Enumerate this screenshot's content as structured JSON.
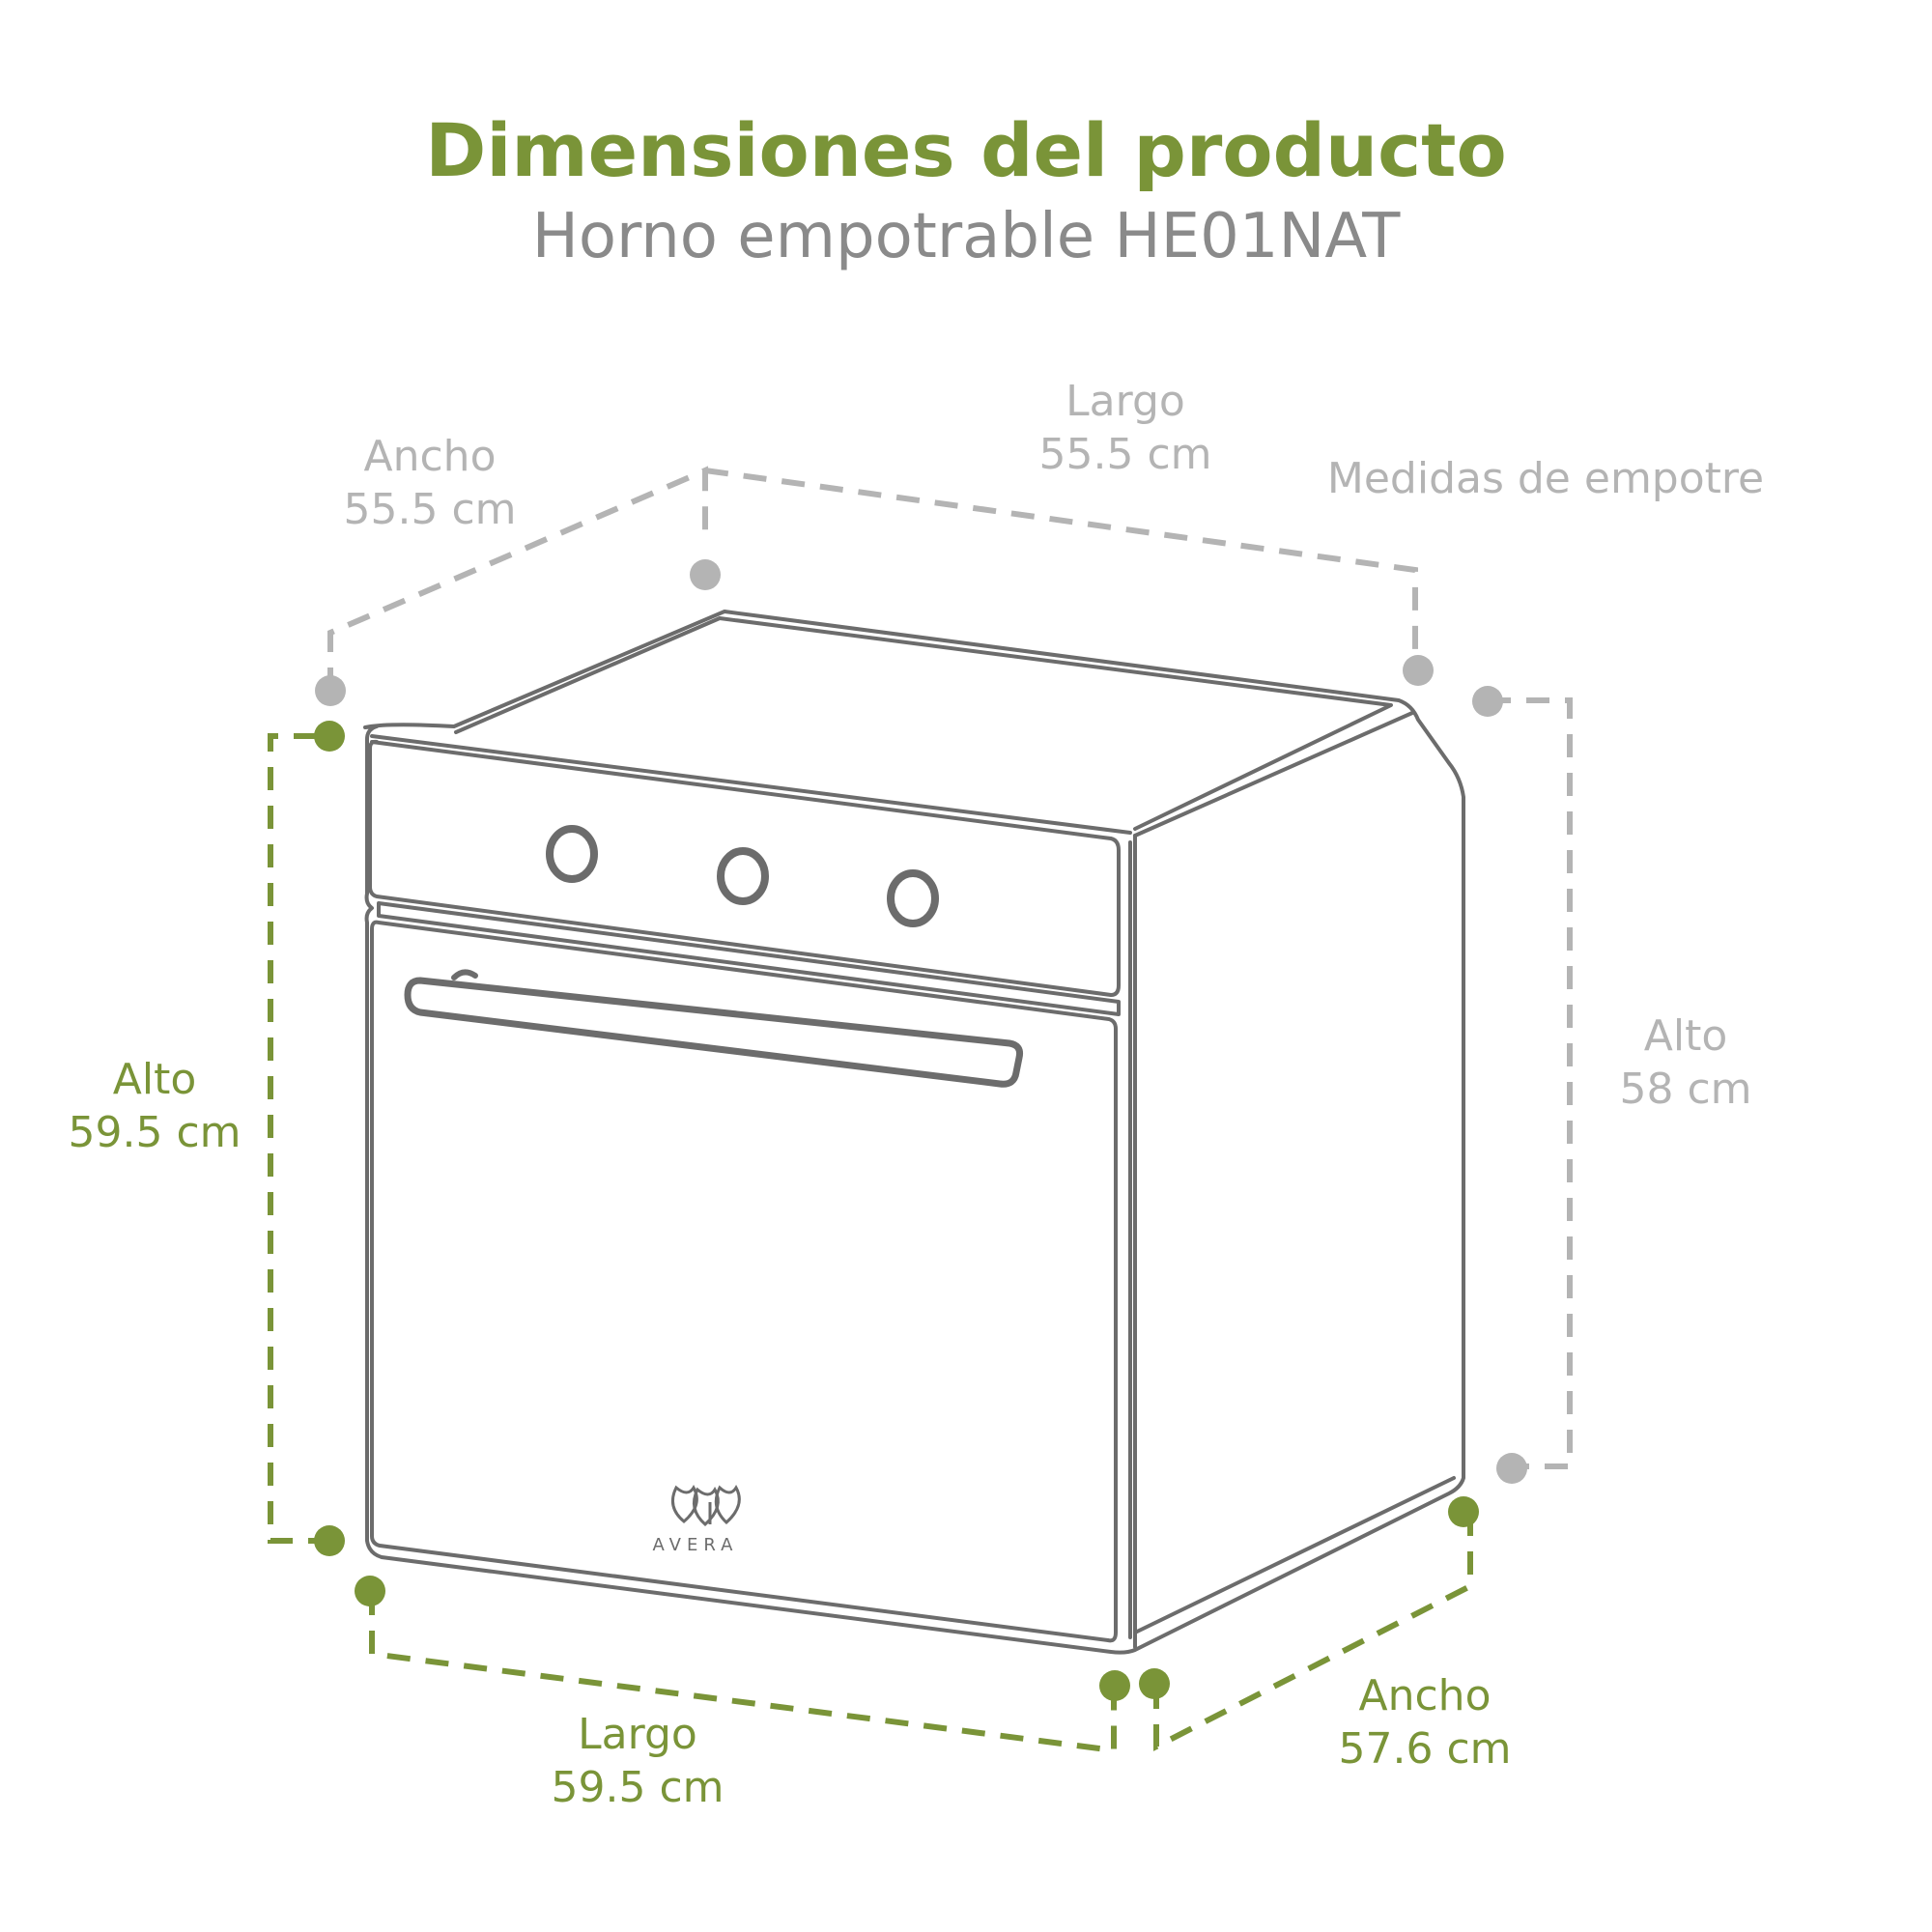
{
  "title": "Dimensiones del producto",
  "subtitle": "Horno empotrable HE01NAT",
  "empotre": {
    "label": "Medidas de empotre",
    "ancho": {
      "name": "Ancho",
      "value": "55.5 cm"
    },
    "largo": {
      "name": "Largo",
      "value": "55.5 cm"
    },
    "alto": {
      "name": "Alto",
      "value": "58 cm"
    }
  },
  "producto": {
    "alto": {
      "name": "Alto",
      "value": "59.5 cm"
    },
    "largo": {
      "name": "Largo",
      "value": "59.5 cm"
    },
    "ancho": {
      "name": "Ancho",
      "value": "57.6 cm"
    }
  },
  "brand": "AVERA",
  "colors": {
    "green": "#7a9438",
    "gray": "#b4b4b4",
    "outline": "#6c6c6c"
  }
}
